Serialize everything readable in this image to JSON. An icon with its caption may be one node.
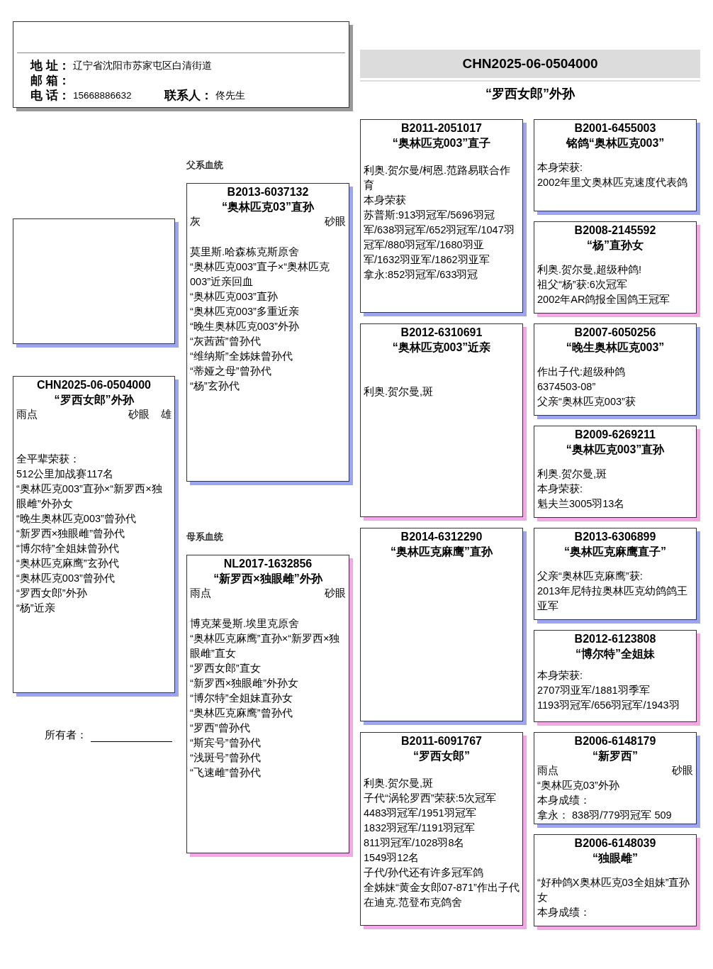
{
  "diagram": {
    "nodes": [
      {
        "text": [
          "地 址：",
          "辽宁省沈阳市苏家屯区白清街道",
          "邮 箱：",
          "电 话：",
          "15668886632",
          "联系人：",
          "佟先生"
        ]
      },
      {
        "text": [
          "CHN2025-06-0504000"
        ]
      },
      {
        "text": [],
        "shape": "box"
      },
      {
        "text": [
          "CHN2025-06-0504000",
          "“罗西女郎”外孙",
          "雨点",
          "砂眼",
          "雄",
          "全平辈荣获：",
          "512公里加战赛117名",
          "“奥林匹克003”直孙×“新罗西×独眼雌”外孙女",
          "“晚生奥林匹克003”曾孙代",
          "“新罗西×独眼雌”曾孙代",
          "“博尔特”全姐妹曾孙代",
          "“奥林匹克麻鹰”玄孙代",
          "“奥林匹克003”曾孙代",
          "“罗西女郎”外孙",
          "“杨”近亲"
        ]
      },
      {
        "text": [
          "B2013-6037132",
          "“奥林匹克03”直孙",
          "灰",
          "砂眼",
          "莫里斯.哈森栋克斯原舍",
          "“奥林匹克003”直子×“奥林匹克003”近亲回血",
          "“奥林匹克003”直孙",
          "“奥林匹克003”多重近亲",
          "“晚生奥林匹克003”外孙",
          "“灰茜茜”曾孙代",
          "“维纳斯”全姊妹曾孙代",
          "“蒂娅之母”曾孙代",
          "“杨”玄孙代"
        ]
      },
      {
        "text": [
          "NL2017-1632856",
          "“新罗西×独眼雌”外孙",
          "雨点",
          "砂眼",
          "博克莱曼斯.埃里克原舍",
          "“奥林匹克麻鹰”直孙×“新罗西×独眼雌”直女",
          "“罗西女郎”直女",
          "“新罗西×独眼雌”外孙女",
          "“博尔特”全姐妹直孙女",
          "“奥林匹克麻鹰”曾孙代",
          "“罗西”曾孙代",
          "“斯宾号”曾孙代",
          "“浅斑号”曾孙代",
          "“飞速雌”曾孙代"
        ]
      },
      {
        "text": [
          "B2011-2051017",
          "“奥林匹克003”直子",
          "利奥.贺尔曼/柯恩.范路易联合作育",
          "本身荣获",
          "苏普斯:913羽冠军/5696羽冠军/638羽冠军/652羽冠军/1047羽冠军/880羽冠军/1680羽亚军/1632羽亚军/1862羽亚军",
          "拿永:852羽冠军/633羽冠"
        ]
      },
      {
        "text": [
          "B2012-6310691",
          "“奥林匹克003”近亲",
          "利奥.贺尔曼,斑"
        ]
      },
      {
        "text": [
          "B2014-6312290",
          "“奥林匹克麻鹰”直孙"
        ]
      },
      {
        "text": [
          "B2011-6091767",
          "“罗西女郎”",
          "利奥.贺尔曼,斑",
          "子代“涡轮罗西”荣获:5次冠军",
          "4483羽冠军/1951羽冠军",
          "1832羽冠军/1191羽冠军",
          "811羽冠军/1028羽8名",
          "1549羽12名",
          "子代/孙代还有许多冠军鸽",
          "全姊妹“黄金女郎07-871”作出子代在迪克.范登布克鸽舍"
        ]
      },
      {
        "text": [
          "B2001-6455003",
          "铭鸽“奥林匹克003”",
          "本身荣获:",
          "2002年里文奥林匹克速度代表鸽"
        ]
      },
      {
        "text": [
          "B2008-2145592",
          "“杨”直孙女",
          "利奥.贺尔曼,超级种鸽!",
          "祖父“杨”获:6次冠军",
          "2002年AR鸽报全国鸽王冠军"
        ]
      },
      {
        "text": [
          "B2007-6050256",
          "“晚生奥林匹克003”",
          "作出子代:超级种鸽",
          "6374503-08”",
          "父亲“奥林匹克003”获"
        ]
      },
      {
        "text": [
          "B2009-6269211",
          "“奥林匹克003”直孙",
          "利奥.贺尔曼,斑",
          "本身荣获:",
          "魁夫兰3005羽13名"
        ]
      },
      {
        "text": [
          "B2013-6306899",
          "“奥林匹克麻鹰直子”",
          "父亲“奥林匹克麻鹰”获:",
          "2013年尼特拉奥林匹克幼鸽鸽王亚军"
        ]
      },
      {
        "text": [
          "B2012-6123808",
          "“博尔特”全姐妹",
          "本身荣获:",
          "2707羽亚军/1881羽季军",
          "1193羽冠军/656羽冠军/1943羽"
        ]
      },
      {
        "text": [
          "B2006-6148179",
          "“新罗西”",
          "雨点",
          "砂眼",
          "“奥林匹克03”外孙",
          "本身成绩：",
          "拿永： 838羽/779羽冠军 509"
        ]
      },
      {
        "text": [
          "B2006-6148039",
          "“独眼雌”",
          "“好种鸽X奥林匹克03全姐妹”直孙女",
          "本身成绩："
        ]
      }
    ],
    "labels": [
      "“罗西女郎”外孙",
      "父系血统",
      "母系血统",
      "所有者："
    ]
  }
}
